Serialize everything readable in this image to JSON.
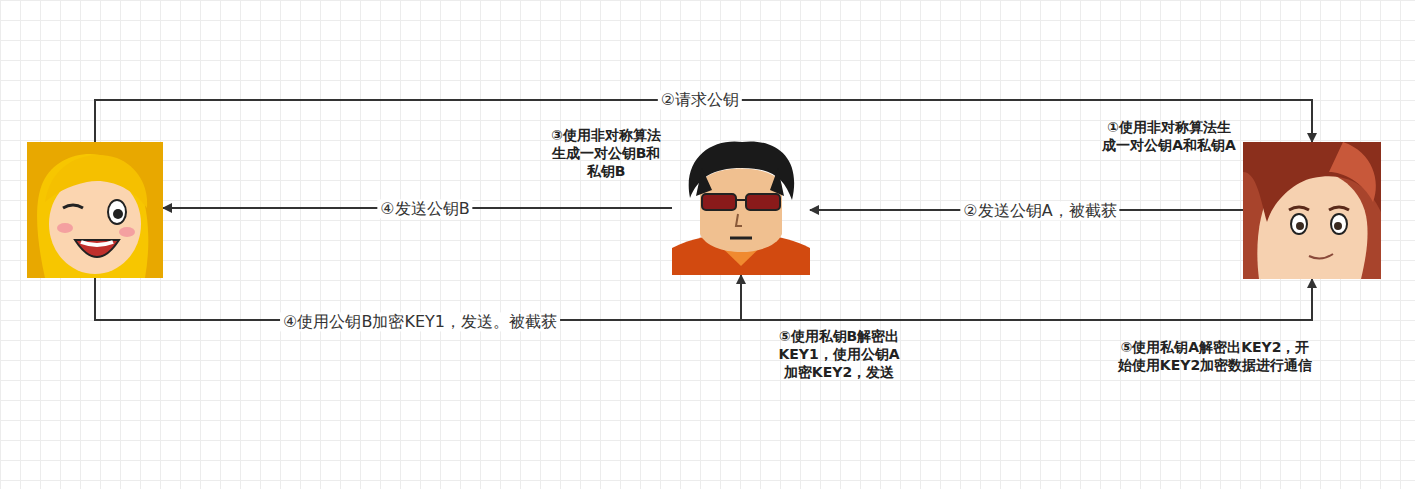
{
  "diagram": {
    "nodes": [
      {
        "text": []
      },
      {
        "text": [
          "③使用非对称算法生成一对公钥B和私钥B",
          "⑤使用私钥B解密出KEY1，使用公钥A加密KEY2，发送"
        ]
      },
      {
        "text": [
          "①使用非对称算法生成一对公钥A和私钥A",
          "⑤使用私钥A解密出KEY2，开始使用KEY2加密数据进行通信"
        ]
      }
    ],
    "edges": [
      {
        "from": 0,
        "to": 2,
        "arrow": "to",
        "label": "②请求公钥"
      },
      {
        "from": 2,
        "to": 1,
        "arrow": "to",
        "label": "②发送公钥A，被截获"
      },
      {
        "from": 1,
        "to": 0,
        "arrow": "to",
        "label": "④发送公钥B"
      },
      {
        "from": 0,
        "to": 1,
        "arrow": "to",
        "label": "④使用公钥B加密KEY1，发送。被截获"
      },
      {
        "from": 1,
        "to": 2,
        "arrow": "to"
      }
    ]
  }
}
